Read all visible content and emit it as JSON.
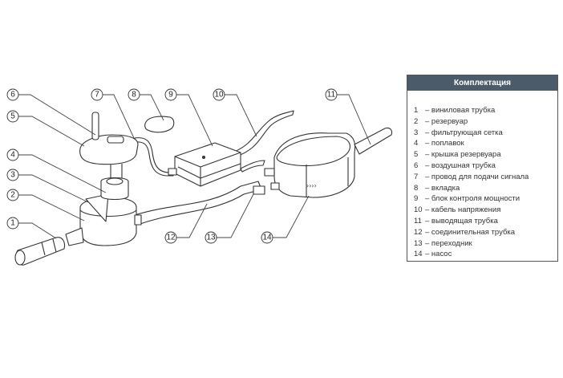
{
  "legend": {
    "title": "Комплектация",
    "items": [
      {
        "num": "1",
        "label": "– виниловая трубка"
      },
      {
        "num": "2",
        "label": "– резервуар"
      },
      {
        "num": "3",
        "label": "– фильтрующая сетка"
      },
      {
        "num": "4",
        "label": "– поплавок"
      },
      {
        "num": "5",
        "label": "– крышка резервуара"
      },
      {
        "num": "6",
        "label": "– воздушная трубка"
      },
      {
        "num": "7",
        "label": "– провод для подачи сигнала"
      },
      {
        "num": "8",
        "label": "– вкладка"
      },
      {
        "num": "9",
        "label": "– блок контроля мощности"
      },
      {
        "num": "10",
        "label": "– кабель напряжения"
      },
      {
        "num": "11",
        "label": "– выводящая трубка"
      },
      {
        "num": "12",
        "label": "– соединительная трубка"
      },
      {
        "num": "13",
        "label": "– переходник"
      },
      {
        "num": "14",
        "label": "– насос"
      }
    ]
  },
  "callouts": [
    "1",
    "2",
    "3",
    "4",
    "5",
    "6",
    "7",
    "8",
    "9",
    "10",
    "11",
    "12",
    "13",
    "14"
  ]
}
